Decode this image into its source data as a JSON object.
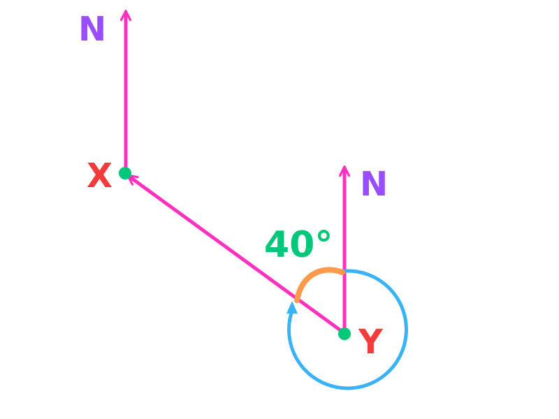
{
  "diagram": {
    "north_label_x": "N",
    "north_label_y": "N",
    "point_x_label": "X",
    "point_y_label": "Y",
    "angle_label": "40°"
  },
  "colors": {
    "background": "#ffffff",
    "arrow": "#ff2fbf",
    "north_text": "#9a4dff",
    "point_text": "#f43a3a",
    "point_dot": "#00c77a",
    "angle_text": "#00c77a",
    "angle_arc": "#ff9a4a",
    "bearing_circle": "#39b3f5"
  }
}
